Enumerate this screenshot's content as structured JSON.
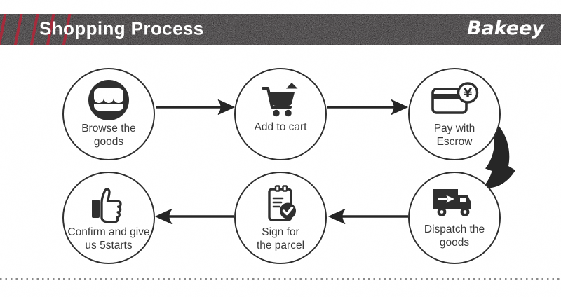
{
  "header": {
    "title": "Shopping Process",
    "brand": "Bakeey"
  },
  "steps": [
    {
      "name": "browse",
      "icon": "storefront-icon",
      "line1": "Browse the",
      "line2": "goods"
    },
    {
      "name": "cart",
      "icon": "shopping-cart-icon",
      "line1": "Add to cart",
      "line2": ""
    },
    {
      "name": "pay",
      "icon": "credit-card-yen-icon",
      "line1": "Pay with",
      "line2": "Escrow",
      "currency_symbol": "¥"
    },
    {
      "name": "dispatch",
      "icon": "delivery-truck-icon",
      "line1": "Dispatch the",
      "line2": "goods"
    },
    {
      "name": "sign",
      "icon": "clipboard-check-icon",
      "line1": "Sign for",
      "line2": "the parcel"
    },
    {
      "name": "confirm",
      "icon": "thumbs-up-icon",
      "line1": "Confirm and give",
      "line2": "us 5starts"
    }
  ],
  "colors": {
    "header_bg": "#312e2f",
    "accent_red": "#a62b3c",
    "ink": "#2a2a2a",
    "dot_gray": "#8a8a8a"
  }
}
